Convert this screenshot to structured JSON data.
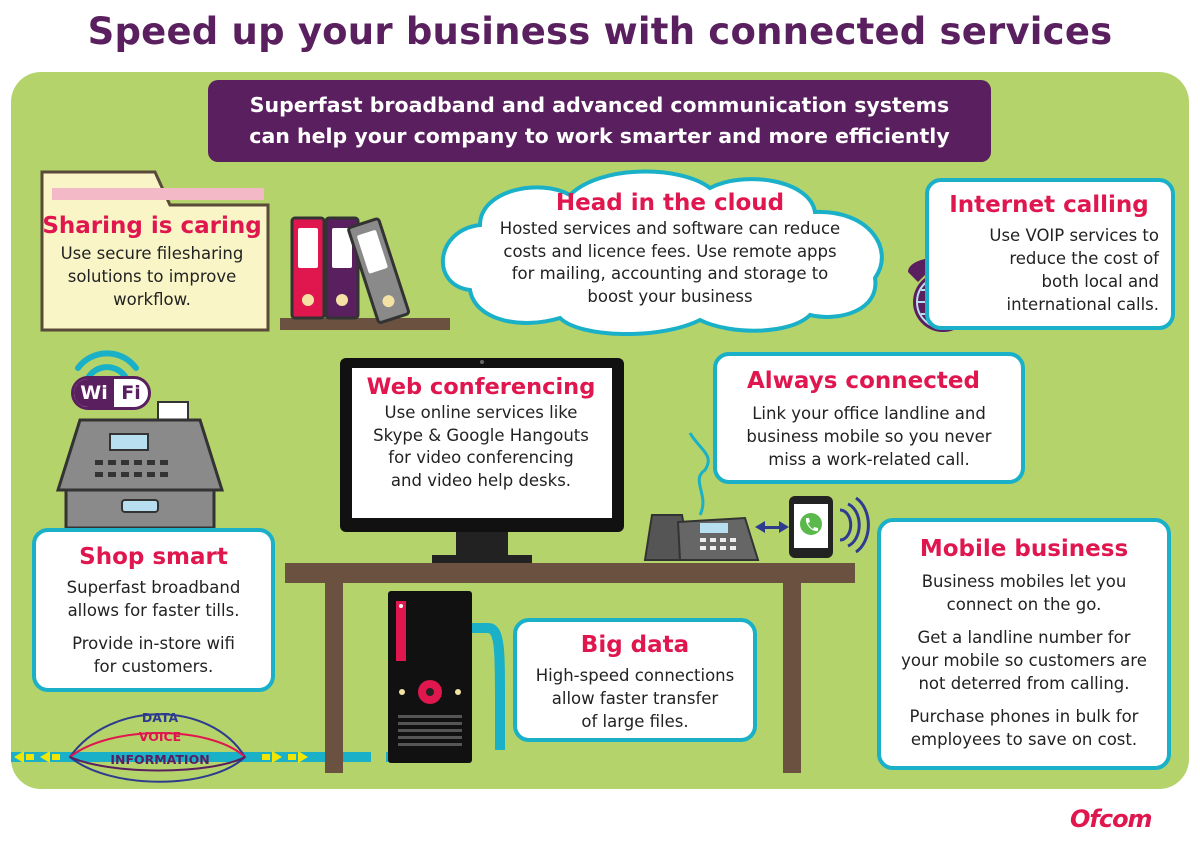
{
  "title": "Speed up your business with connected services",
  "banner": {
    "line1": "Superfast broadband and advanced communication systems",
    "line2": "can help your company to work smarter and more efficiently"
  },
  "sharing": {
    "heading": "Sharing is caring",
    "lines": [
      "Use secure filesharing",
      "solutions to improve",
      "workflow."
    ]
  },
  "cloud": {
    "heading": "Head in the cloud",
    "lines": [
      "Hosted services and software can reduce",
      "costs and licence fees. Use remote apps",
      "for mailing, accounting and storage to",
      "boost your business"
    ]
  },
  "internet_calling": {
    "heading": "Internet calling",
    "lines": [
      "Use VOIP services to",
      "reduce the cost of",
      "both local and",
      "international calls."
    ]
  },
  "wifi": {
    "wi": "Wi",
    "fi": "Fi"
  },
  "web_conferencing": {
    "heading": "Web conferencing",
    "lines": [
      "Use online services like",
      "Skype & Google Hangouts",
      "for video conferencing",
      "and video help desks."
    ]
  },
  "always_connected": {
    "heading": "Always connected",
    "lines": [
      "Link your office landline and",
      "business mobile so you never",
      "miss a work-related call."
    ]
  },
  "shop_smart": {
    "heading": "Shop smart",
    "para1": [
      "Superfast broadband",
      "allows for faster tills."
    ],
    "para2": [
      "Provide in-store wifi",
      "for customers."
    ]
  },
  "mobile_business": {
    "heading": "Mobile business",
    "para1": [
      "Business mobiles let you",
      "connect on the go."
    ],
    "para2": [
      "Get a landline number for",
      "your mobile so customers are",
      "not deterred from calling."
    ],
    "para3": [
      "Purchase phones in bulk for",
      "employees to save on cost."
    ]
  },
  "big_data": {
    "heading": "Big data",
    "lines": [
      "High-speed connections",
      "allow faster transfer",
      "of large files."
    ]
  },
  "cable": {
    "data": "DATA",
    "voice": "VOICE",
    "information": "INFORMATION"
  },
  "logo": "Ofcom",
  "colors": {
    "purple": "#5a1f5e",
    "green_bg": "#b4d36b",
    "accent_pink": "#e0164e",
    "card_border": "#1ab0c8",
    "desk_brown": "#6b5140"
  }
}
